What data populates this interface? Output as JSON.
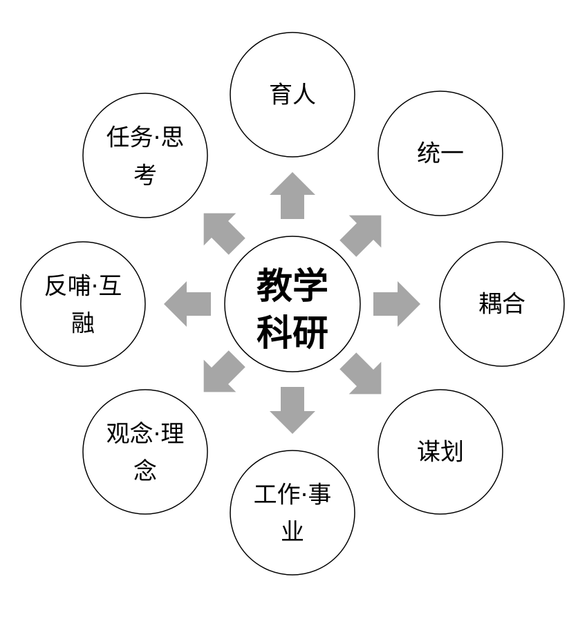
{
  "diagram": {
    "center": {
      "lines": [
        "教学",
        "科研"
      ]
    },
    "nodes": [
      {
        "id": "top",
        "lines": [
          "育人"
        ]
      },
      {
        "id": "top-right",
        "lines": [
          "统一"
        ]
      },
      {
        "id": "right",
        "lines": [
          "耦合"
        ]
      },
      {
        "id": "bottom-right",
        "lines": [
          "谋划"
        ]
      },
      {
        "id": "bottom",
        "lines": [
          "工作·事",
          "业"
        ]
      },
      {
        "id": "bottom-left",
        "lines": [
          "观念·理",
          "念"
        ]
      },
      {
        "id": "left",
        "lines": [
          "反哺·互",
          "融"
        ]
      },
      {
        "id": "top-left",
        "lines": [
          "任务·思",
          "考"
        ]
      }
    ],
    "arrow_color": "#a6a6a6",
    "stroke_color": "#000000"
  }
}
